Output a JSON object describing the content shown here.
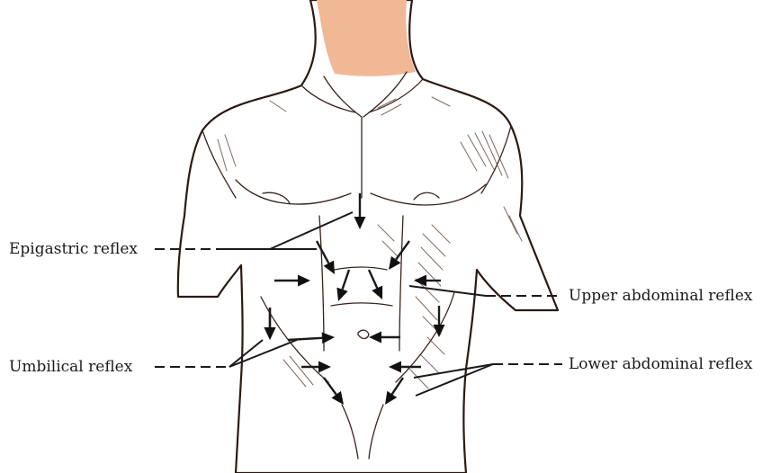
{
  "labels": {
    "epigastric": "Epigastric reflex",
    "upper_abdominal": "Upper abdominal reflex",
    "umbilical": "Umbilical reflex",
    "lower_abdominal": "Lower abdominal reflex"
  },
  "colors": {
    "skin": "#f5c4a6",
    "skin_shadow": "#e8a98a",
    "outline": "#2a1a14",
    "arrow": "#111111"
  }
}
